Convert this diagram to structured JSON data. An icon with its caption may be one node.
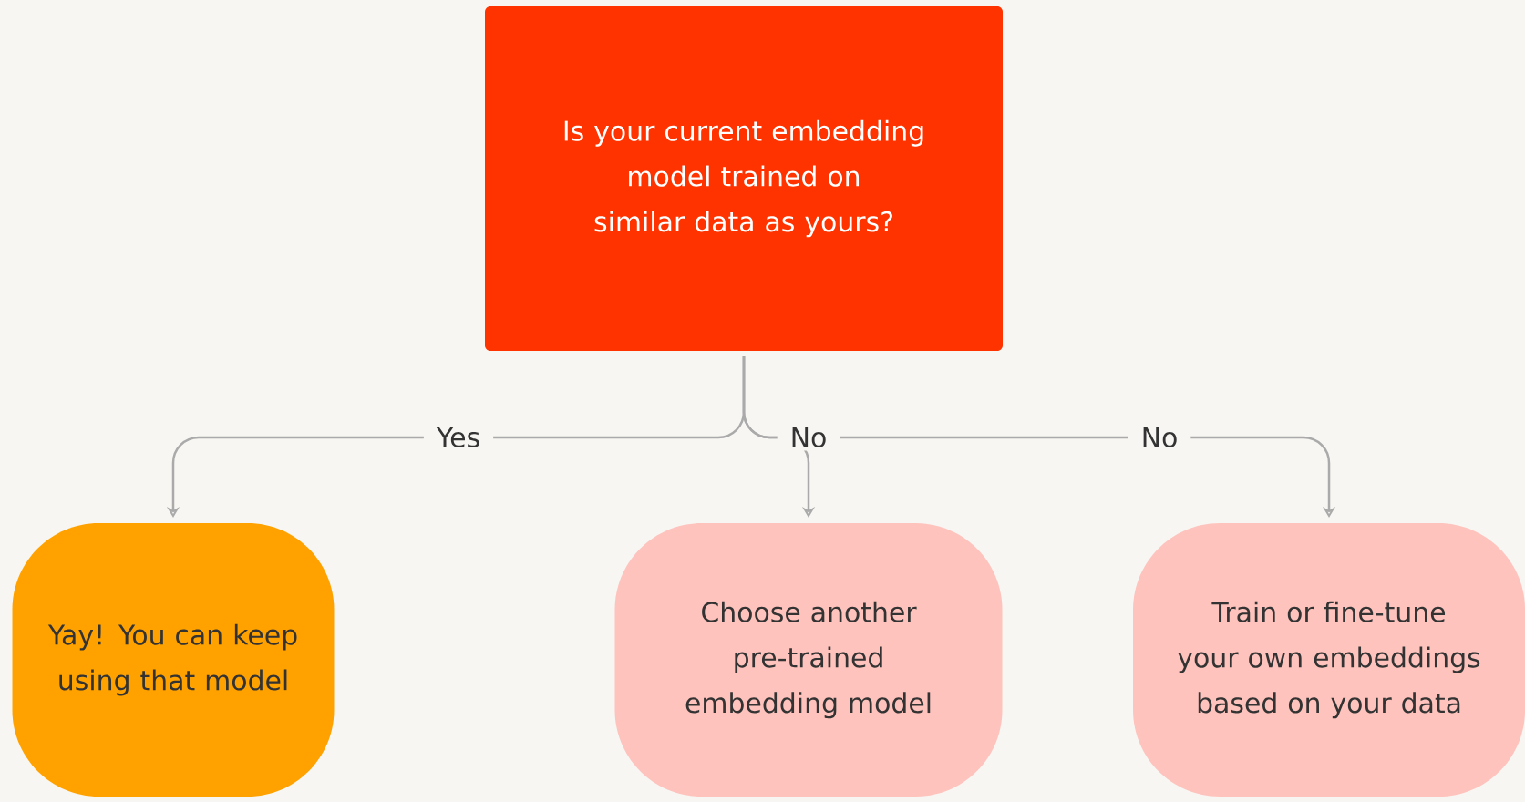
{
  "diagram": {
    "nodes": [
      {
        "text": [
          "Is your current embedding model trained on similar data as yours?"
        ]
      },
      {
        "text": [
          "Yay! You can keep using that model"
        ]
      },
      {
        "text": [
          "Choose another pre-trained embedding model"
        ]
      },
      {
        "text": [
          "Train or fine-tune your own embeddings based on your data"
        ]
      }
    ],
    "edges": [
      {
        "from": 0,
        "to": 1,
        "arrow": "to",
        "label": "Yes"
      },
      {
        "from": 0,
        "to": 2,
        "arrow": "to",
        "label": "No"
      },
      {
        "from": 0,
        "to": 3,
        "arrow": "to",
        "label": "No"
      }
    ]
  }
}
